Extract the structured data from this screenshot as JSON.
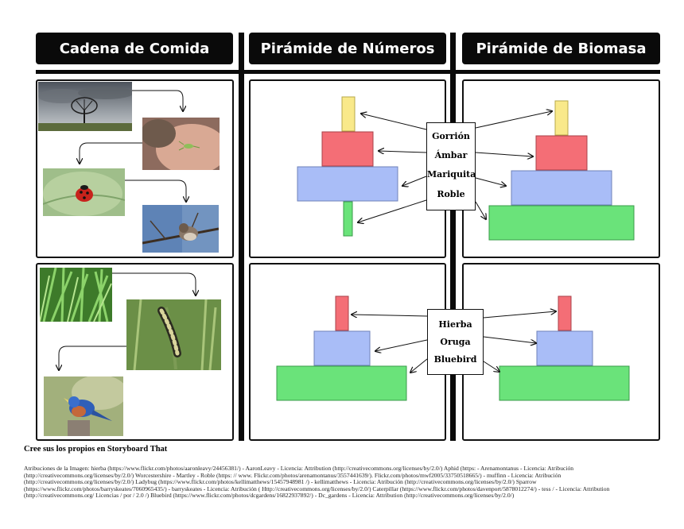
{
  "headers": {
    "food_chain": "Cadena de Comida",
    "numbers_pyramid": "Pirámide de Números",
    "biomass_pyramid": "Pirámide de Biomasa"
  },
  "top_row": {
    "photos": [
      "clouds-tree-photo",
      "aphid-photo",
      "ladybug-photo",
      "sparrow-photo"
    ],
    "labels": [
      "Gorrión",
      "Ámbar",
      "Mariquita",
      "Roble"
    ]
  },
  "bottom_row": {
    "photos": [
      "grass-photo",
      "caterpillar-photo",
      "bluebird-photo"
    ],
    "labels": [
      "Hierba",
      "Oruga",
      "Bluebird"
    ]
  },
  "colors": {
    "yellow": "#f9e98a",
    "red": "#f46e76",
    "blue": "#a9bdf7",
    "green": "#6ae37a"
  },
  "footer": {
    "title": "Cree sus los propios en Storyboard That",
    "attribution": "Atribuciones de la Imagen: hierba (https://www.flickr.com/photos/aaronleavy/24456381/) - AaronLeavy - Licencia: Attribution (http://creativecommons.org/licenses/by/2.0/) Aphid (https: - Arenamontanus - Licencia: Atribución (http://creativecommons.org/licenses/by/2.0/) Worcestershire - Martley - Roble (https: // www. Flickr.com/photos/arenamontanus/3557441639/). Flickr.com/photos/mwf2005/33750518665/) - muffinn - Licencia: Atribución (http://creativecommons.org/licenses/by/2.0/) Ladybug (https://www.flickr.com/photos/kellimatthews/15457948981 /) - kellimatthews - Licencia: Atribución (http://creativecommons.org/licenses/by/2.0/) Sparrow (https://www.flickr.com/photos/barryskeates/7060965435/) - barryskeates - Licencia: Atribución ( Http://creativecommons.org/licenses/by/2.0/) Caterpillar (https://www.flickr.com/photos/davenport/5878012274/) - tess / - Licencia: Attribution (http://creativecommons.org/ Licencias / por / 2.0 /) Bluebird (https://www.flickr.com/photos/dcgardens/16822937892/) - Dc_gardens - Licencia: Attribution (http://creativecommons.org/licenses/by/2.0/)"
  }
}
